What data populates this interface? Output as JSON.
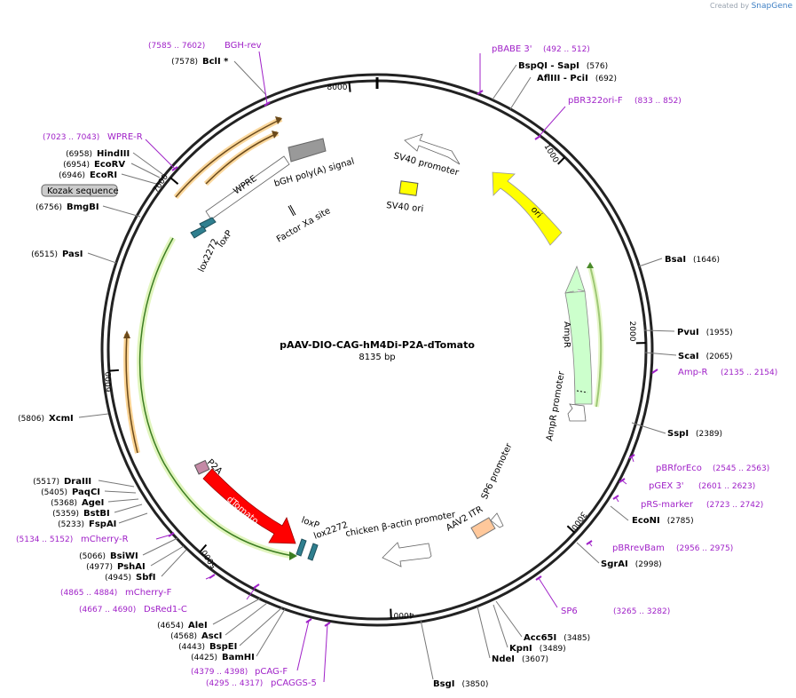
{
  "watermark": {
    "prefix": "Created by",
    "brand": "SnapGene"
  },
  "plasmid": {
    "name": "pAAV-DIO-CAG-hM4Di-P2A-dTomato",
    "size_label": "8135 bp",
    "length": 8135
  },
  "ruler_ticks": [
    {
      "label": "1000",
      "pos": 1000
    },
    {
      "label": "2000",
      "pos": 2000
    },
    {
      "label": "3000",
      "pos": 3000
    },
    {
      "label": "4000",
      "pos": 4000
    },
    {
      "label": "5000",
      "pos": 5000
    },
    {
      "label": "6000",
      "pos": 6000
    },
    {
      "label": "7000",
      "pos": 7000
    },
    {
      "label": "8000",
      "pos": 8000
    }
  ],
  "enzymes": [
    {
      "name": "BclI *",
      "pos_label": "(7578)"
    },
    {
      "name": "BspQI - SapI",
      "pos_label": "(576)"
    },
    {
      "name": "AflIII - PciI",
      "pos_label": "(692)"
    },
    {
      "name": "HindIII",
      "pos_label": "(6958)"
    },
    {
      "name": "EcoRV",
      "pos_label": "(6954)"
    },
    {
      "name": "EcoRI",
      "pos_label": "(6946)"
    },
    {
      "name": "BmgBI",
      "pos_label": "(6756)"
    },
    {
      "name": "PasI",
      "pos_label": "(6515)"
    },
    {
      "name": "BsaI",
      "pos_label": "(1646)"
    },
    {
      "name": "PvuI",
      "pos_label": "(1955)"
    },
    {
      "name": "ScaI",
      "pos_label": "(2065)"
    },
    {
      "name": "SspI",
      "pos_label": "(2389)"
    },
    {
      "name": "XcmI",
      "pos_label": "(5806)"
    },
    {
      "name": "DraIII",
      "pos_label": "(5517)"
    },
    {
      "name": "PaqCI",
      "pos_label": "(5405)"
    },
    {
      "name": "AgeI",
      "pos_label": "(5368)"
    },
    {
      "name": "BstBI",
      "pos_label": "(5359)"
    },
    {
      "name": "FspAI",
      "pos_label": "(5233)"
    },
    {
      "name": "EcoNI",
      "pos_label": "(2785)"
    },
    {
      "name": "SgrAI",
      "pos_label": "(2998)"
    },
    {
      "name": "BsiWI",
      "pos_label": "(5066)"
    },
    {
      "name": "PshAI",
      "pos_label": "(4977)"
    },
    {
      "name": "SbfI",
      "pos_label": "(4945)"
    },
    {
      "name": "AleI",
      "pos_label": "(4654)"
    },
    {
      "name": "AscI",
      "pos_label": "(4568)"
    },
    {
      "name": "BspEI",
      "pos_label": "(4443)"
    },
    {
      "name": "BamHI",
      "pos_label": "(4425)"
    },
    {
      "name": "Acc65I",
      "pos_label": "(3485)"
    },
    {
      "name": "KpnI",
      "pos_label": "(3489)"
    },
    {
      "name": "NdeI",
      "pos_label": "(3607)"
    },
    {
      "name": "BsgI",
      "pos_label": "(3850)"
    }
  ],
  "primers": [
    {
      "name": "BGH-rev",
      "range": "(7585 .. 7602)"
    },
    {
      "name": "pBABE 3'",
      "range": "(492 .. 512)"
    },
    {
      "name": "pBR322ori-F",
      "range": "(833 .. 852)"
    },
    {
      "name": "WPRE-R",
      "range": "(7023 .. 7043)"
    },
    {
      "name": "Amp-R",
      "range": "(2135 .. 2154)"
    },
    {
      "name": "pBRforEco",
      "range": "(2545 .. 2563)"
    },
    {
      "name": "pGEX 3'",
      "range": "(2601 .. 2623)"
    },
    {
      "name": "pRS-marker",
      "range": "(2723 .. 2742)"
    },
    {
      "name": "mCherry-R",
      "range": "(5134 .. 5152)"
    },
    {
      "name": "pBRrevBam",
      "range": "(2956 .. 2975)"
    },
    {
      "name": "mCherry-F",
      "range": "(4865 .. 4884)"
    },
    {
      "name": "DsRed1-C",
      "range": "(4667 .. 4690)"
    },
    {
      "name": "SP6",
      "range": "(3265 .. 3282)"
    },
    {
      "name": "pCAG-F",
      "range": "(4379 .. 4398)"
    },
    {
      "name": "pCAGGS-5",
      "range": "(4295 .. 4317)"
    }
  ],
  "features": [
    {
      "name": "ori",
      "color": "#ffff00"
    },
    {
      "name": "AmpR",
      "color": "#ccffcc"
    },
    {
      "name": "AmpR promoter",
      "color": "#ffffff"
    },
    {
      "name": "SV40 promoter",
      "color": "#ffffff"
    },
    {
      "name": "SV40 ori",
      "color": "#ffff00"
    },
    {
      "name": "bGH poly(A) signal",
      "color": "#999999"
    },
    {
      "name": "WPRE",
      "color": "#ffffff"
    },
    {
      "name": "Factor Xa site",
      "color": "#ffffff"
    },
    {
      "name": "loxP",
      "color": "#2f7f8f"
    },
    {
      "name": "lox2272",
      "color": "#2f7f8f"
    },
    {
      "name": "P2A",
      "color": "#c48aa6"
    },
    {
      "name": "dTomato",
      "color": "#ff0000"
    },
    {
      "name": "chicken β-actin promoter",
      "color": "#ffffff"
    },
    {
      "name": "AAV2 ITR",
      "color": "#ffc89b"
    },
    {
      "name": "SP6 promoter",
      "color": "#ffffff"
    },
    {
      "name": "Kozak sequence",
      "color": "#bbbbbb"
    }
  ]
}
